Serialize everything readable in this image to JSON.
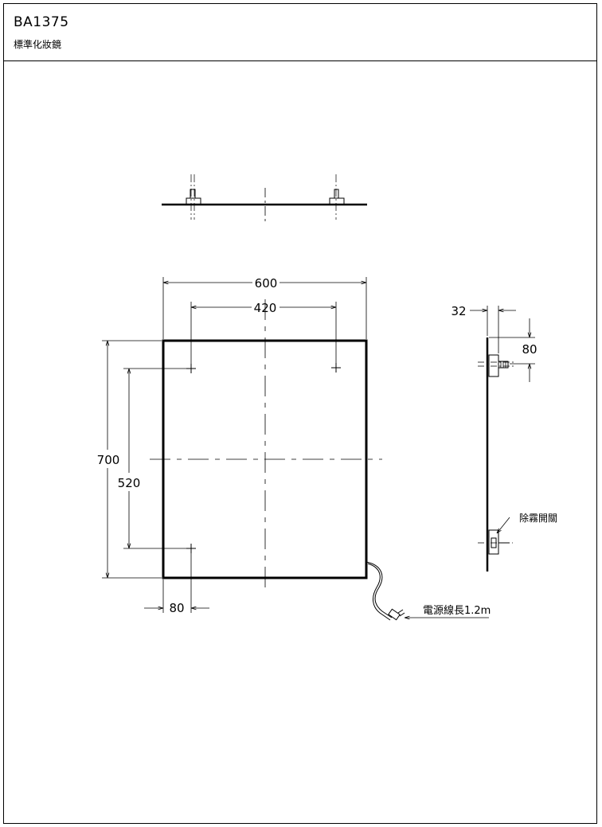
{
  "title_block": {
    "model_number": "BA1375",
    "product_name": "標準化妝鏡"
  },
  "dimensions": {
    "overall_width": "600",
    "hole_spacing_width": "420",
    "overall_height": "700",
    "hole_spacing_height": "520",
    "edge_offset": "80",
    "depth": "32",
    "bracket_offset": "80"
  },
  "callouts": {
    "defog_switch": "除霧開關",
    "power_cord": "電源線長1.2m"
  }
}
